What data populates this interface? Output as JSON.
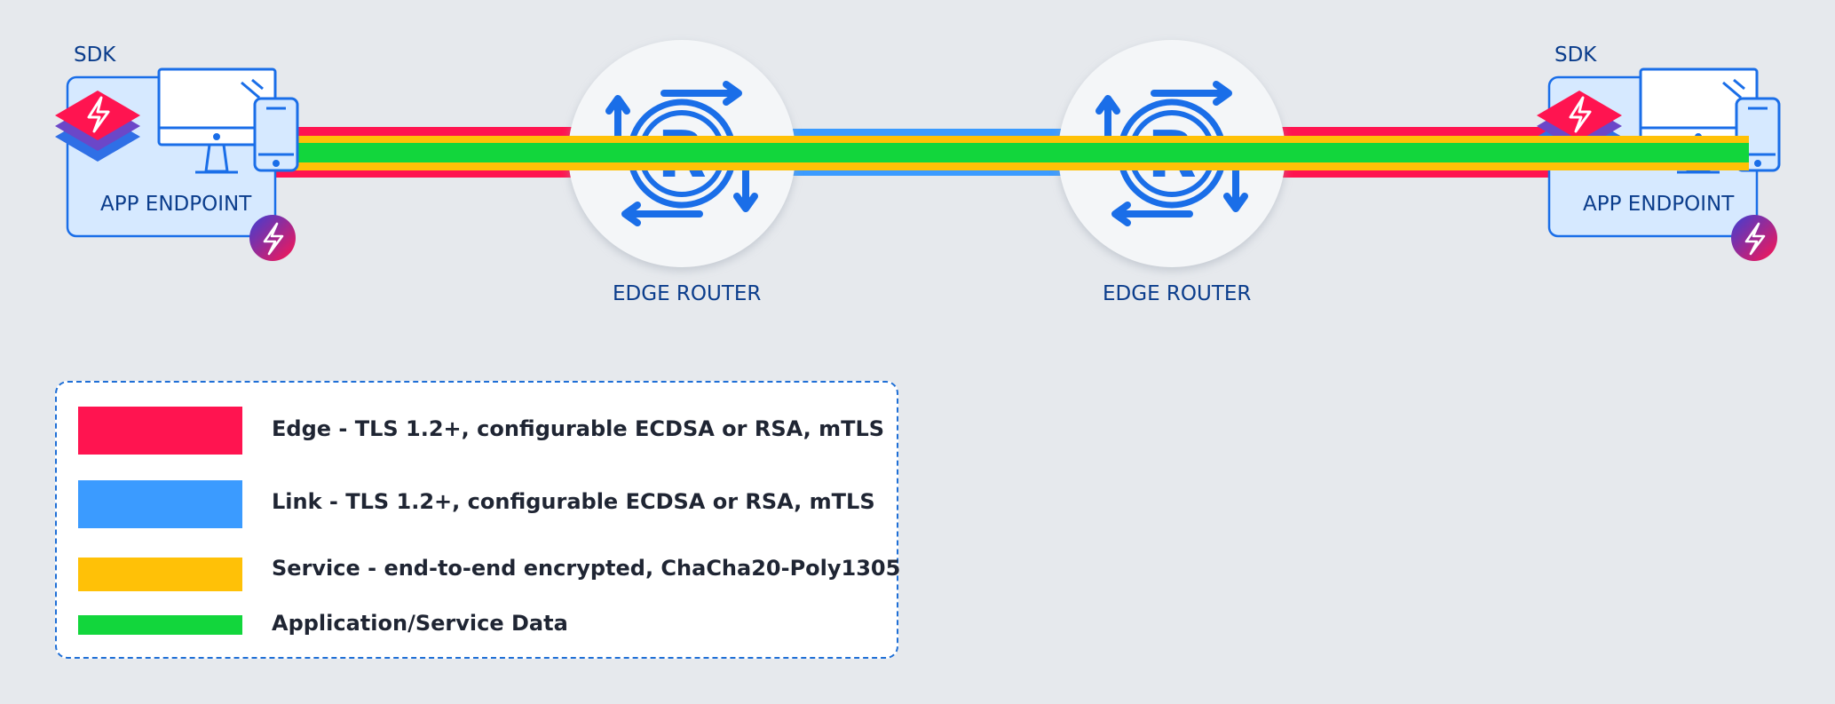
{
  "colors": {
    "edge": "#ff1450",
    "link": "#3b9bff",
    "service": "#ffc107",
    "data": "#12d63c",
    "icon_blue": "#1a6ee8",
    "label_blue": "#0b3d8c"
  },
  "nodes": {
    "left_endpoint": {
      "sdk_label": "SDK",
      "label": "APP ENDPOINT"
    },
    "router_1": {
      "label": "EDGE ROUTER"
    },
    "router_2": {
      "label": "EDGE ROUTER"
    },
    "right_endpoint": {
      "sdk_label": "SDK",
      "label": "APP ENDPOINT"
    }
  },
  "icons": [
    "sdk-stack-icon",
    "monitor-icon",
    "phone-icon",
    "ziti-badge-icon",
    "router-icon"
  ],
  "legend": {
    "items": [
      {
        "key": "edge",
        "text": "Edge - TLS 1.2+, configurable ECDSA or RSA, mTLS"
      },
      {
        "key": "link",
        "text": "Link - TLS 1.2+, configurable ECDSA or RSA, mTLS"
      },
      {
        "key": "service",
        "text": "Service - end-to-end encrypted, ChaCha20-Poly1305"
      },
      {
        "key": "data",
        "text": "Application/Service Data"
      }
    ]
  }
}
